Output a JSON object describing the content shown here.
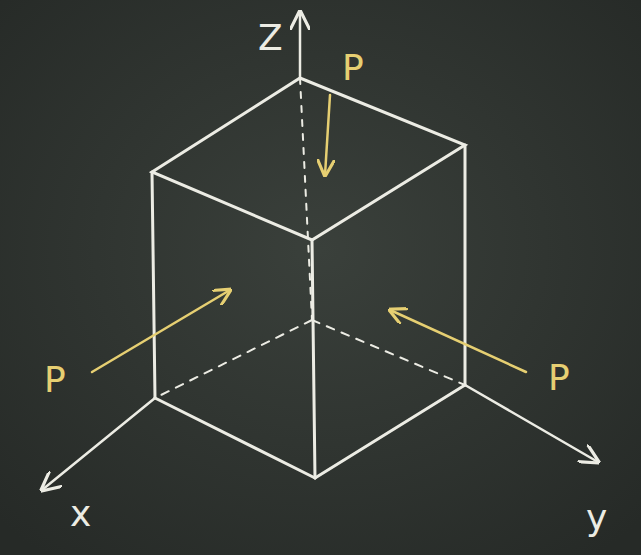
{
  "diagram": {
    "labels": [
      "Z",
      "P",
      "P",
      "P",
      "x",
      "y"
    ]
  }
}
